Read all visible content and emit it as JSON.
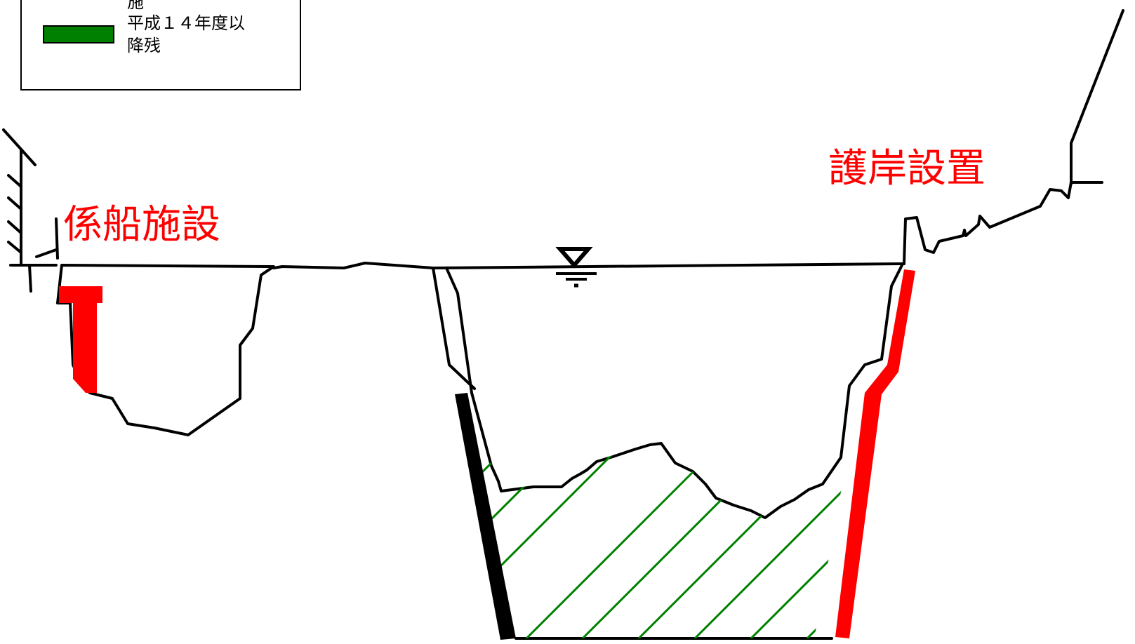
{
  "legend": {
    "partial_line": "施",
    "items": [
      {
        "line1": "平成１４年度以",
        "line2": "降残",
        "color": "#008000"
      }
    ]
  },
  "labels": {
    "mooring": "係船施設",
    "revetment": "護岸設置"
  },
  "colors": {
    "accent_red": "#ff0000",
    "remaining_green": "#008000",
    "outline": "#000000"
  },
  "symbols": {
    "water_level": "water-level-symbol"
  }
}
